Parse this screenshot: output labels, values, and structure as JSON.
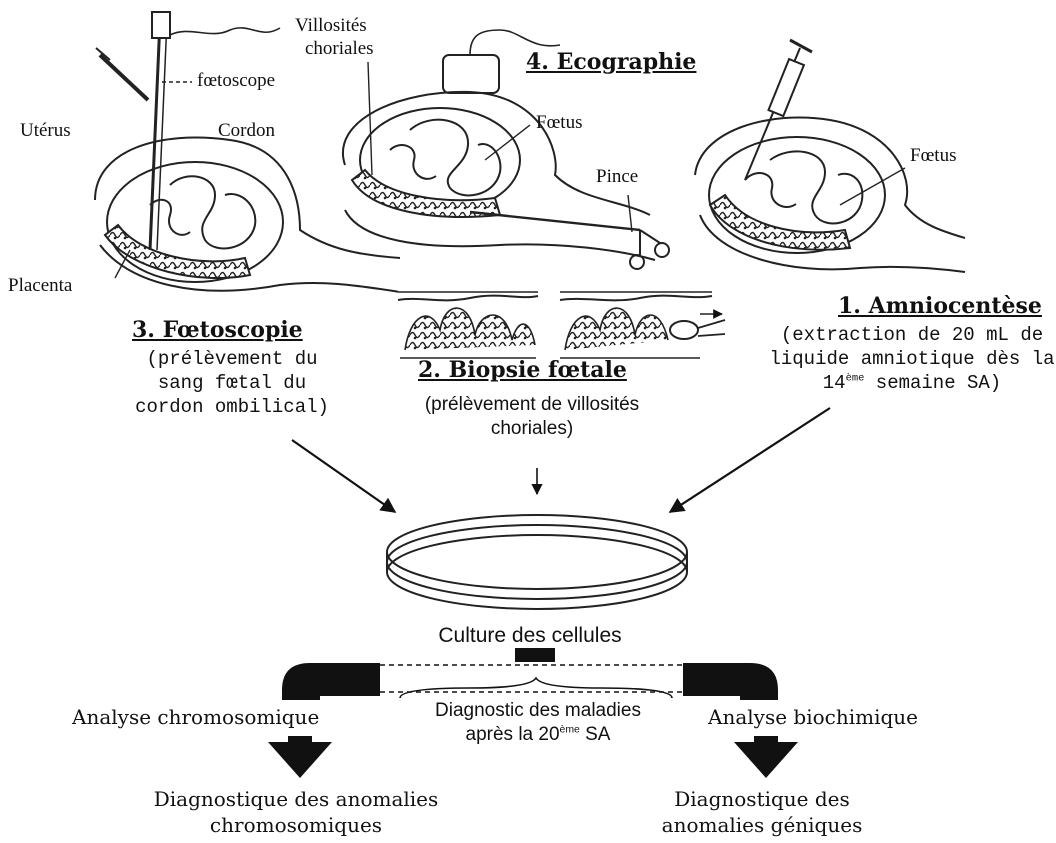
{
  "labels": {
    "uterus": "Utérus",
    "cordon": "Cordon",
    "foetoscope": "fœtoscope",
    "placenta": "Placenta",
    "villosites_line1": "Villosités",
    "villosites_line2": "choriales",
    "foetus_center": "Fœtus",
    "pince": "Pince",
    "foetus_right": "Fœtus"
  },
  "procedures": {
    "foetoscopie": {
      "title": "3. Fœtoscopie",
      "desc_line1": "(prélèvement du",
      "desc_line2": "sang fœtal du",
      "desc_line3": "cordon ombilical)"
    },
    "ecographie": {
      "title": "4. Ecographie"
    },
    "biopsie": {
      "title": "2. Biopsie fœtale",
      "desc_line1": "(prélèvement de villosités",
      "desc_line2": "choriales)"
    },
    "amniocentese": {
      "title": "1. Amniocentèse",
      "desc_line1": "(extraction de 20 mL de",
      "desc_line2": "liquide amniotique dès la",
      "desc_line3_num": "14",
      "desc_line3_sup": "ème",
      "desc_line3_rest": " semaine SA)"
    }
  },
  "culture": {
    "label": "Culture des cellules"
  },
  "analyses": {
    "chromosomique": "Analyse chromosomique",
    "biochimique": "Analyse biochimique",
    "diagnostic_line1": "Diagnostic des maladies",
    "diagnostic_line2_pre": "après la 20",
    "diagnostic_line2_sup": "ème",
    "diagnostic_line2_post": " SA"
  },
  "results": {
    "chromosomique_line1": "Diagnostique des anomalies",
    "chromosomique_line2": "chromosomiques",
    "genique_line1": "Diagnostique des",
    "genique_line2": "anomalies géniques"
  }
}
